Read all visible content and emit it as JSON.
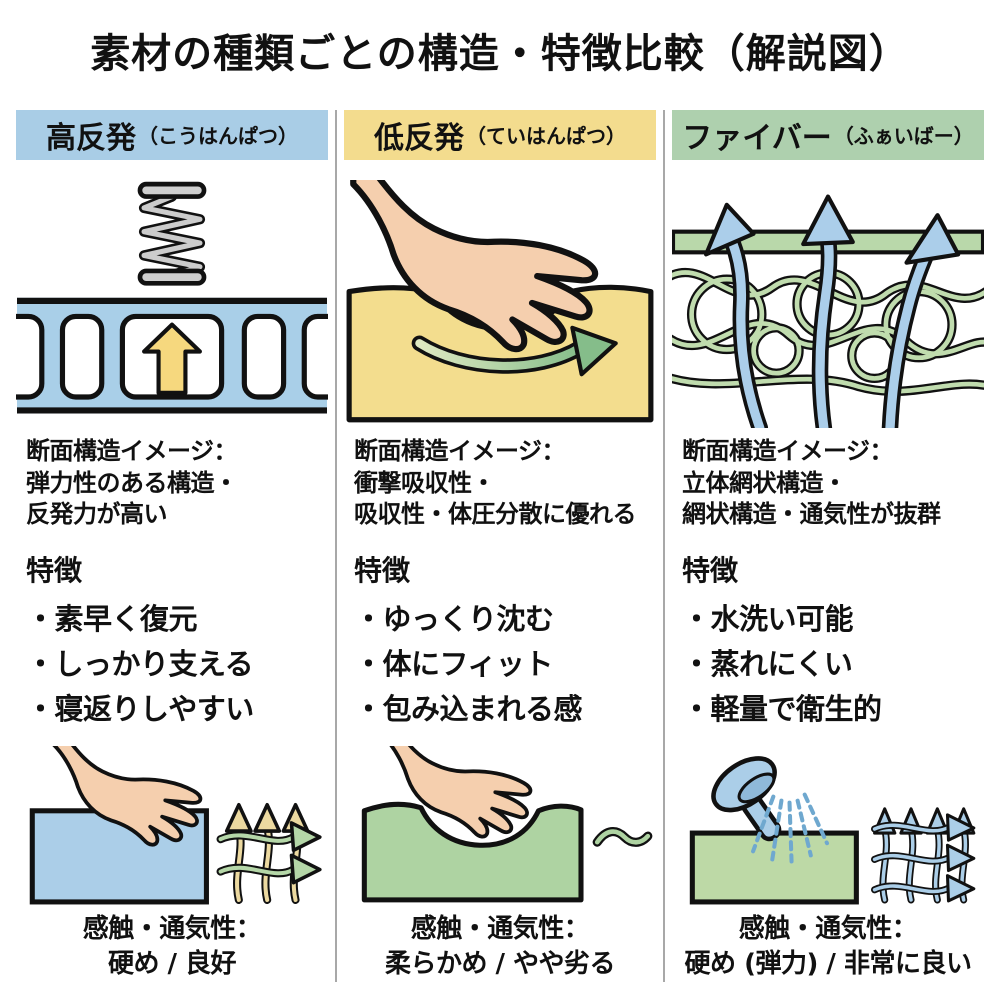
{
  "title": "素材の種類ごとの構造・特徴比較（解説図）",
  "colors": {
    "column1_header_bg": "#a9cde6",
    "column2_header_bg": "#f3dc8e",
    "column3_header_bg": "#aed0ae",
    "divider_gray": "#a8a8a8",
    "outline_black": "#111111",
    "foam_yellow": "#f3dd8e",
    "mattress_blue": "#a9cfe8",
    "fiber_green": "#c0dcae",
    "arrow_yellow": "#f6d87e",
    "arrow_green": "#85bd8a",
    "arrow_blue": "#abceea",
    "skin": "#f5cfae"
  },
  "columns": [
    {
      "id": "high-resilience",
      "header": {
        "label": "高反発",
        "furigana": "（こうはんぱつ）"
      },
      "top_illustration_icon": "spring-and-mattress-cross-section-icon",
      "structure_caption": {
        "line1": "断面構造イメージ：",
        "line2": "弾力性のある構造・",
        "line3": "反発力が高い"
      },
      "features": {
        "heading": "特徴",
        "items": [
          "素早く復元",
          "しっかり支える",
          "寝返りしやすい"
        ]
      },
      "bottom_illustration_icon": "hand-on-firm-block-and-airflow-weave-icon",
      "touch_caption": {
        "line1": "感触・通気性：",
        "line2": "硬め / 良好"
      }
    },
    {
      "id": "low-resilience",
      "header": {
        "label": "低反発",
        "furigana": "（ていはんぱつ）"
      },
      "top_illustration_icon": "hand-pressing-foam-icon",
      "structure_caption": {
        "line1": "断面構造イメージ：",
        "line2": "衝撃吸収性・",
        "line3": "吸収性・体圧分散に優れる"
      },
      "features": {
        "heading": "特徴",
        "items": [
          "ゆっくり沈む",
          "体にフィット",
          "包み込まれる感"
        ]
      },
      "bottom_illustration_icon": "hand-in-soft-block-and-squiggle-icon",
      "touch_caption": {
        "line1": "感触・通気性：",
        "line2": "柔らかめ / やや劣る"
      }
    },
    {
      "id": "fiber",
      "header": {
        "label": "ファイバー",
        "furigana": "（ふぁいばー）"
      },
      "top_illustration_icon": "fiber-mesh-with-airflow-arrows-icon",
      "structure_caption": {
        "line1": "断面構造イメージ：",
        "line2": "立体網状構造・",
        "line3": "網状構造・通気性が抜群"
      },
      "features": {
        "heading": "特徴",
        "items": [
          "水洗い可能",
          "蒸れにくい",
          "軽量で衛生的"
        ]
      },
      "bottom_illustration_icon": "shower-washable-block-and-airflow-weave-icon",
      "touch_caption": {
        "line1": "感触・通気性：",
        "line2": "硬め (弾力) / 非常に良い"
      }
    }
  ]
}
